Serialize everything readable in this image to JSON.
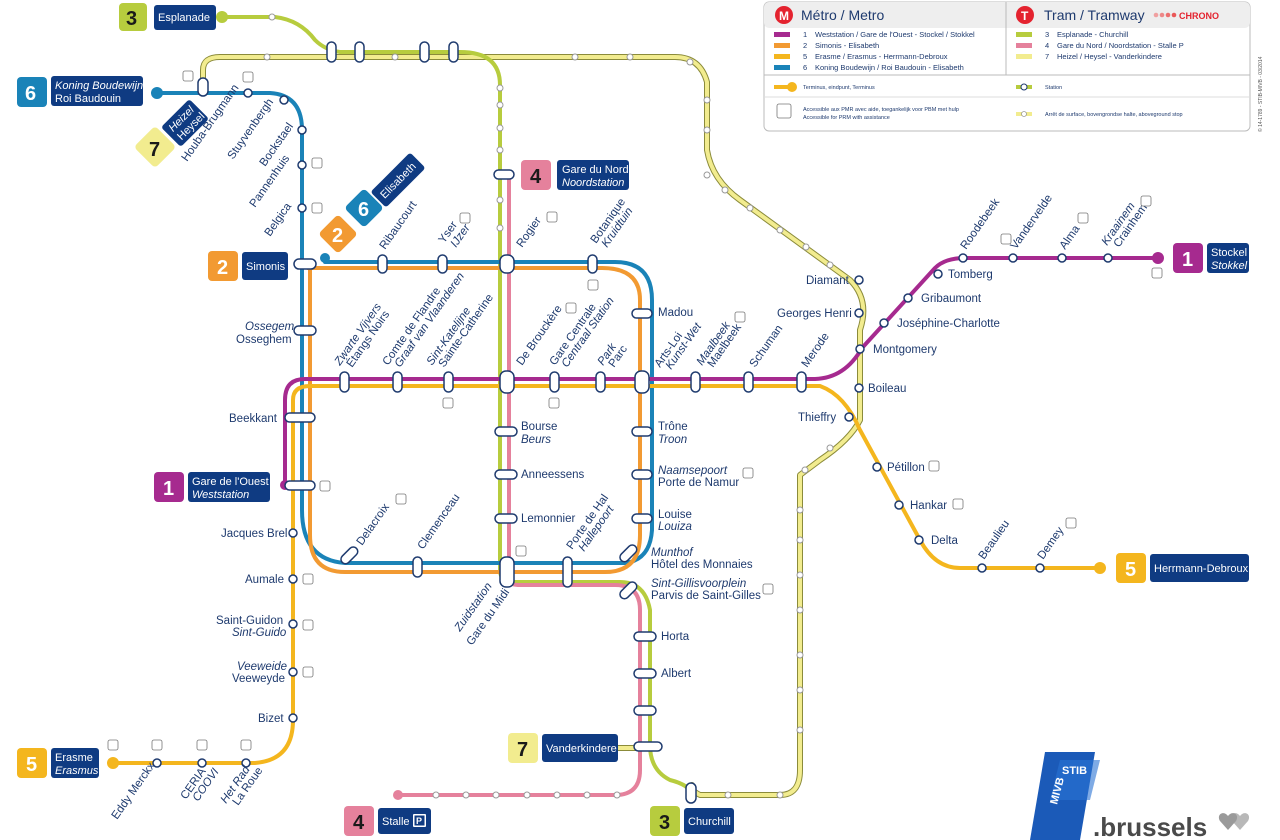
{
  "colors": {
    "line1": "#a62a8f",
    "line2": "#f29a32",
    "line5": "#f4b61e",
    "line6": "#1a83b8",
    "tram3": "#b7cc3e",
    "tram4": "#e5819c",
    "tram7": "#f2ec8f",
    "navy": "#0f3b82"
  },
  "legend": {
    "metro_title": "Métro / Metro",
    "tram_title": "Tram / Tramway",
    "chrono": "CHRONO",
    "metro_lines": [
      {
        "num": "1",
        "text": "Weststation / Gare de l'Ouest - Stockel / Stokkel"
      },
      {
        "num": "2",
        "text": "Simonis - Elisabeth"
      },
      {
        "num": "5",
        "text": "Erasme / Erasmus - Herrmann-Debroux"
      },
      {
        "num": "6",
        "text": "Koning Boudewijn / Roi Baudouin - Elisabeth"
      }
    ],
    "tram_lines": [
      {
        "num": "3",
        "text": "Esplanade - Churchill"
      },
      {
        "num": "4",
        "text": "Gare du Nord / Noordstation - Stalle P"
      },
      {
        "num": "7",
        "text": "Heizel / Heysel - Vanderkindere"
      }
    ],
    "terminus": "Terminus, eindpunt, Terminus",
    "station": "Station",
    "pmr_nl_fr": "Accessible aux PMR avec aide, toegankelijk voor PBM met hulp",
    "pmr_en": "Accessible for PRM with assistance",
    "surface": "Arrêt de surface, bovengrondse halte, aboveground stop",
    "credit": "© 14-1789 - STIB-MIVB - 03/2014"
  },
  "terminals": {
    "esplanade": "Esplanade",
    "koning_nl": "Koning Boudewijn",
    "koning_fr": "Roi Baudouin",
    "heizel": "Heizel",
    "heysel": "Heysel",
    "gdn_fr": "Gare du Nord",
    "gdn_nl": "Noordstation",
    "elisabeth": "Elisabeth",
    "simonis": "Simonis",
    "gdo_fr": "Gare de l'Ouest",
    "gdo_nl": "Weststation",
    "stockel_fr": "Stockel",
    "stockel_nl": "Stokkel",
    "herrmann": "Herrmann-Debroux",
    "erasme_fr": "Erasme",
    "erasme_nl": "Erasmus",
    "vanderkindere": "Vanderkindere",
    "stalle": "Stalle",
    "churchill": "Churchill"
  },
  "stations": {
    "houba": "Houba-Brugmann",
    "stuyvenbergh": "Stuyvenbergh",
    "bockstael": "Bockstael",
    "pannenhuis": "Pannenhuis",
    "belgica": "Belgica",
    "ribaucourt": "Ribaucourt",
    "yser": "Yser",
    "ijzer": "IJzer",
    "rogier": "Rogier",
    "botanique": "Botanique",
    "kruidtuin": "Kruidtuin",
    "ossegem": "Ossegem",
    "osseghem": "Osseghem",
    "zwarte": "Zwarte Vijvers",
    "etangs": "Étangs Noirs",
    "comte": "Comte de Flandre",
    "graaf": "Graaf van Vlaanderen",
    "katelijne": "Sint-Katelijne",
    "catherine": "Sainte-Catherine",
    "debrouckere": "De Brouckère",
    "garecentrale": "Gare Centrale",
    "centraal": "Centraal Station",
    "park": "Park",
    "parc": "Parc",
    "artsloi": "Arts-Loi",
    "kunstwet": "Kunst-Wet",
    "maalbeek": "Maalbeek",
    "maelbeek": "Maelbeek",
    "schuman": "Schuman",
    "merode": "Merode",
    "madou": "Madou",
    "beekkant": "Beekkant",
    "bourse": "Bourse",
    "beurs": "Beurs",
    "anneessens": "Anneessens",
    "lemonnier": "Lemonnier",
    "trone": "Trône",
    "troon": "Troon",
    "naamsepoort": "Naamsepoort",
    "portedenamur": "Porte de Namur",
    "louise": "Louise",
    "louiza": "Louiza",
    "munthof": "Munthof",
    "monnaies": "Hôtel des Monnaies",
    "gillisvoorplein": "Sint-Gillisvoorplein",
    "parvis": "Parvis de Saint-Gilles",
    "horta": "Horta",
    "albert": "Albert",
    "delacroix": "Delacroix",
    "clemenceau": "Clemenceau",
    "zuidstation": "Zuidstation",
    "garedumidi": "Gare du Midi",
    "hallepoort": "Hallepoort",
    "portedehal": "Porte de Hal",
    "jacquesbrel": "Jacques Brel",
    "aumale": "Aumale",
    "saintguidon": "Saint-Guidon",
    "sintguido": "Sint-Guido",
    "veeweide": "Veeweide",
    "veeweyde": "Veeweyde",
    "bizet": "Bizet",
    "eddymerckx": "Eddy Merckx",
    "ceria": "CERIA",
    "coovi": "COOVI",
    "hetrad": "Het Rad",
    "laroue": "La Roue",
    "diamant": "Diamant",
    "georgeshenri": "Georges Henri",
    "montgomery": "Montgomery",
    "boileau": "Boileau",
    "thieffry": "Thieffry",
    "petillon": "Pétillon",
    "hankar": "Hankar",
    "delta": "Delta",
    "beaulieu": "Beaulieu",
    "demey": "Demey",
    "josephine": "Joséphine-Charlotte",
    "gribaumont": "Gribaumont",
    "tomberg": "Tomberg",
    "roodebeek": "Roodebeek",
    "vandervelde": "Vandervelde",
    "alma": "Alma",
    "kraainem": "Kraainem",
    "crainhem": "Crainhem"
  },
  "badges": {
    "b1": "1",
    "b2": "2",
    "b3": "3",
    "b4": "4",
    "b5": "5",
    "b6": "6",
    "b7": "7",
    "parking": "P"
  },
  "brand": {
    "mivb": "MIVB",
    "stib": "STIB",
    "brussels": ".brussels"
  }
}
